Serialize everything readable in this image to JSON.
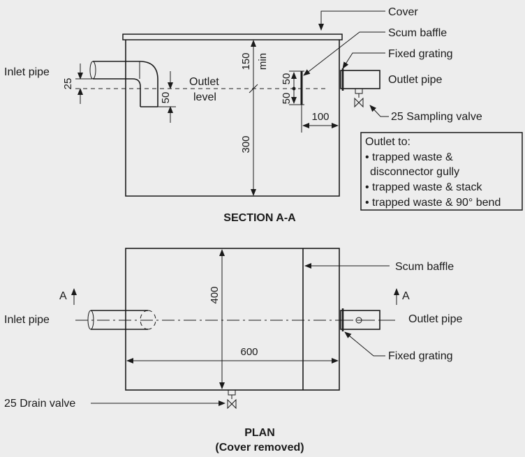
{
  "section": {
    "title": "SECTION A-A",
    "labels": {
      "cover": "Cover",
      "scum_baffle": "Scum baffle",
      "fixed_grating": "Fixed grating",
      "inlet_pipe": "Inlet pipe",
      "outlet_pipe": "Outlet pipe",
      "outlet_level_1": "Outlet",
      "outlet_level_2": "level",
      "sampling_valve": "25 Sampling valve"
    },
    "dimensions": {
      "inlet_drop": "25",
      "inlet_dip": "50",
      "top_space": "150",
      "top_space_note": "min",
      "depth": "300",
      "baffle_above": "50",
      "baffle_below": "50",
      "baffle_gap": "100"
    },
    "outlet_box": {
      "title": "Outlet to:",
      "items": [
        "• trapped waste &",
        "disconnector gully",
        "• trapped waste & stack",
        "• trapped waste & 90° bend"
      ]
    }
  },
  "plan": {
    "title": "PLAN",
    "subtitle": "(Cover removed)",
    "labels": {
      "scum_baffle": "Scum baffle",
      "fixed_grating": "Fixed grating",
      "inlet_pipe": "Inlet pipe",
      "outlet_pipe": "Outlet pipe",
      "drain_valve": "25 Drain valve",
      "section_mark_left": "A",
      "section_mark_right": "A"
    },
    "dimensions": {
      "width": "400",
      "length": "600"
    }
  }
}
